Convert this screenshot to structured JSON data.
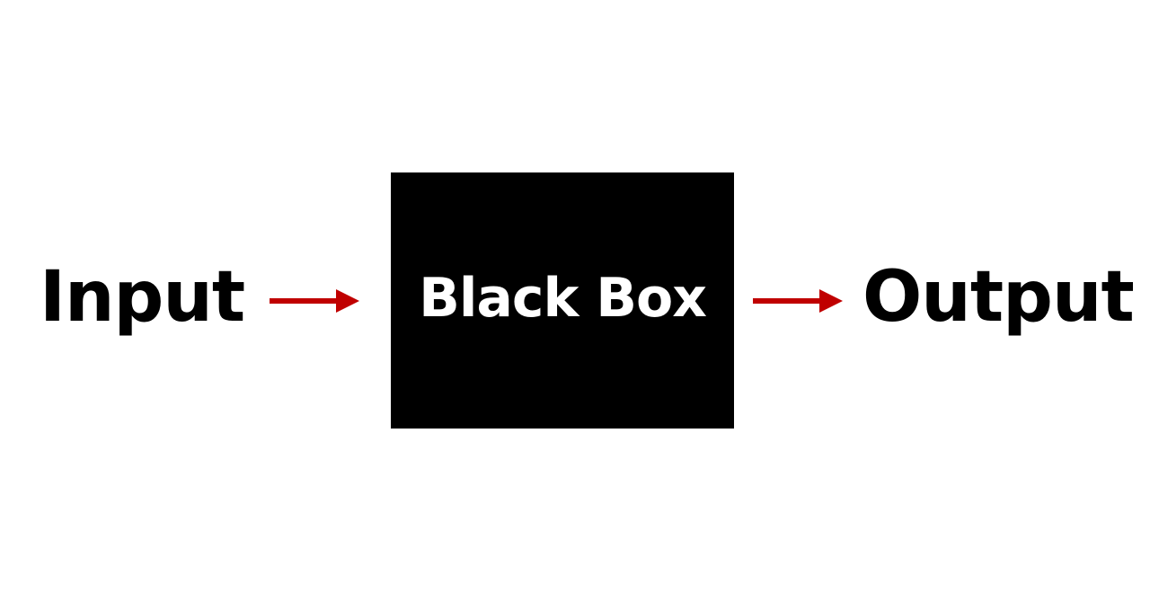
{
  "diagram": {
    "input_label": "Input",
    "box_label": "Black Box",
    "output_label": "Output",
    "colors": {
      "background": "#ffffff",
      "box_fill": "#000000",
      "box_text": "#ffffff",
      "text": "#000000",
      "arrow": "#c00000"
    }
  }
}
